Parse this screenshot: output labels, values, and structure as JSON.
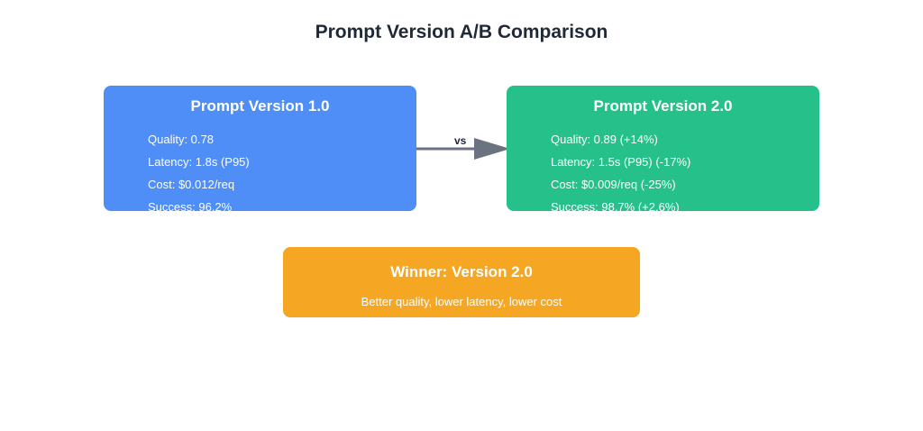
{
  "title": "Prompt Version A/B Comparison",
  "colors": {
    "v1_card": "#4f8ef7",
    "v2_card": "#26c08b",
    "winner_card": "#f5a623",
    "arrow": "#6b7280",
    "title_text": "#1f2937"
  },
  "connector_label": "vs",
  "versions": [
    {
      "title": "Prompt Version 1.0",
      "metrics": [
        "Quality: 0.78",
        "Latency: 1.8s (P95)",
        "Cost: $0.012/req",
        "Success: 96.2%"
      ]
    },
    {
      "title": "Prompt Version 2.0",
      "metrics": [
        "Quality: 0.89 (+14%)",
        "Latency: 1.5s (P95) (-17%)",
        "Cost: $0.009/req (-25%)",
        "Success: 98.7% (+2.6%)"
      ]
    }
  ],
  "winner": {
    "title": "Winner: Version 2.0",
    "subtitle": "Better quality, lower latency, lower cost"
  }
}
